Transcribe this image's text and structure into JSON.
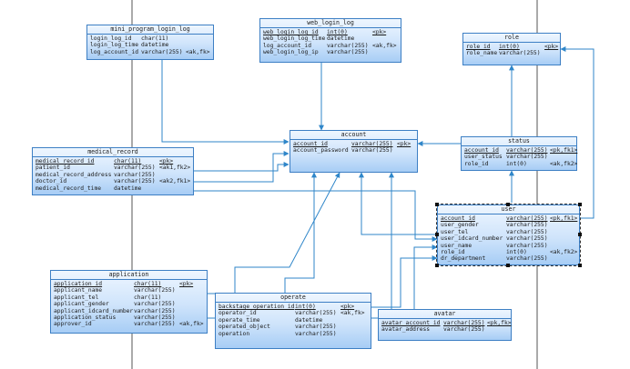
{
  "diagram": {
    "entities": [
      {
        "id": "mini_program_login_log",
        "title": "mini_program_login_log",
        "columns": [
          {
            "name": "login_log_id",
            "type": "char(11)",
            "key": ""
          },
          {
            "name": "login_log_time",
            "type": "datetime",
            "key": ""
          },
          {
            "name": "log_account_id",
            "type": "varchar(255)",
            "key": "<ak,fk>"
          }
        ]
      },
      {
        "id": "web_login_log",
        "title": "web_login_log",
        "columns": [
          {
            "name": "web_login_log_id",
            "type": "int(0)",
            "key": "<pk>",
            "pk": true
          },
          {
            "name": "web_login_log_time",
            "type": "datetime",
            "key": ""
          },
          {
            "name": "log_account_id",
            "type": "varchar(255)",
            "key": "<ak,fk>"
          },
          {
            "name": "web_login_log_ip",
            "type": "varchar(255)",
            "key": ""
          }
        ]
      },
      {
        "id": "role",
        "title": "role",
        "columns": [
          {
            "name": "role_id",
            "type": "int(0)",
            "key": "<pk>",
            "pk": true
          },
          {
            "name": "role_name",
            "type": "varchar(255)",
            "key": ""
          }
        ]
      },
      {
        "id": "account",
        "title": "account",
        "columns": [
          {
            "name": "account_id",
            "type": "varchar(255)",
            "key": "<pk>",
            "pk": true
          },
          {
            "name": "account_password",
            "type": "varchar(255)",
            "key": ""
          }
        ]
      },
      {
        "id": "status",
        "title": "status",
        "columns": [
          {
            "name": "account_id",
            "type": "varchar(255)",
            "key": "<pk,fk1>",
            "pk": true
          },
          {
            "name": "user_status",
            "type": "varchar(255)",
            "key": ""
          },
          {
            "name": "role_id",
            "type": "int(0)",
            "key": "<ak,fk2>"
          }
        ]
      },
      {
        "id": "medical_record",
        "title": "medical_record",
        "columns": [
          {
            "name": "medical_record_id",
            "type": "char(11)",
            "key": "<pk>",
            "pk": true
          },
          {
            "name": "patient_id",
            "type": "varchar(255)",
            "key": "<ak1,fk2>"
          },
          {
            "name": "medical_record_address",
            "type": "varchar(255)",
            "key": ""
          },
          {
            "name": "doctor_id",
            "type": "varchar(255)",
            "key": "<ak2,fk1>"
          },
          {
            "name": "medical_record_time",
            "type": "datetime",
            "key": ""
          }
        ]
      },
      {
        "id": "user",
        "title": "user",
        "columns": [
          {
            "name": "account_id",
            "type": "varchar(255)",
            "key": "<pk,fk1>",
            "pk": true
          },
          {
            "name": "user_gender",
            "type": "varchar(255)",
            "key": ""
          },
          {
            "name": "user_tel",
            "type": "varchar(255)",
            "key": ""
          },
          {
            "name": "user_idcard_number",
            "type": "varchar(255)",
            "key": ""
          },
          {
            "name": "user_name",
            "type": "varchar(255)",
            "key": ""
          },
          {
            "name": "role_id",
            "type": "int(0)",
            "key": "<ak,fk2>"
          },
          {
            "name": "dr_department",
            "type": "varchar(255)",
            "key": ""
          }
        ]
      },
      {
        "id": "application",
        "title": "application",
        "columns": [
          {
            "name": "application_id",
            "type": "char(11)",
            "key": "<pk>",
            "pk": true
          },
          {
            "name": "applicant_name",
            "type": "varchar(255)",
            "key": ""
          },
          {
            "name": "applicant_tel",
            "type": "char(11)",
            "key": ""
          },
          {
            "name": "applicant_gender",
            "type": "varchar(255)",
            "key": ""
          },
          {
            "name": "applicant_idcard_number",
            "type": "varchar(255)",
            "key": ""
          },
          {
            "name": "application_status",
            "type": "varchar(255)",
            "key": ""
          },
          {
            "name": "approver_id",
            "type": "varchar(255)",
            "key": "<ak,fk>"
          }
        ]
      },
      {
        "id": "operate",
        "title": "operate",
        "columns": [
          {
            "name": "backstage_operation_id",
            "type": "int(0)",
            "key": "<pk>",
            "pk": true
          },
          {
            "name": "operator_id",
            "type": "varchar(255)",
            "key": "<ak,fk>"
          },
          {
            "name": "operate_time",
            "type": "datetime",
            "key": ""
          },
          {
            "name": "operated_object",
            "type": "varchar(255)",
            "key": ""
          },
          {
            "name": "operation",
            "type": "varchar(255)",
            "key": ""
          }
        ]
      },
      {
        "id": "avatar",
        "title": "avatar",
        "columns": [
          {
            "name": "avatar_account_id",
            "type": "varchar(255)",
            "key": "<pk,fk>",
            "pk": true
          },
          {
            "name": "avatar_address",
            "type": "varchar(255)",
            "key": ""
          }
        ]
      }
    ],
    "colors": {
      "border": "#3d7fc4",
      "link": "#2f86c9",
      "page_line": "#555555"
    }
  }
}
